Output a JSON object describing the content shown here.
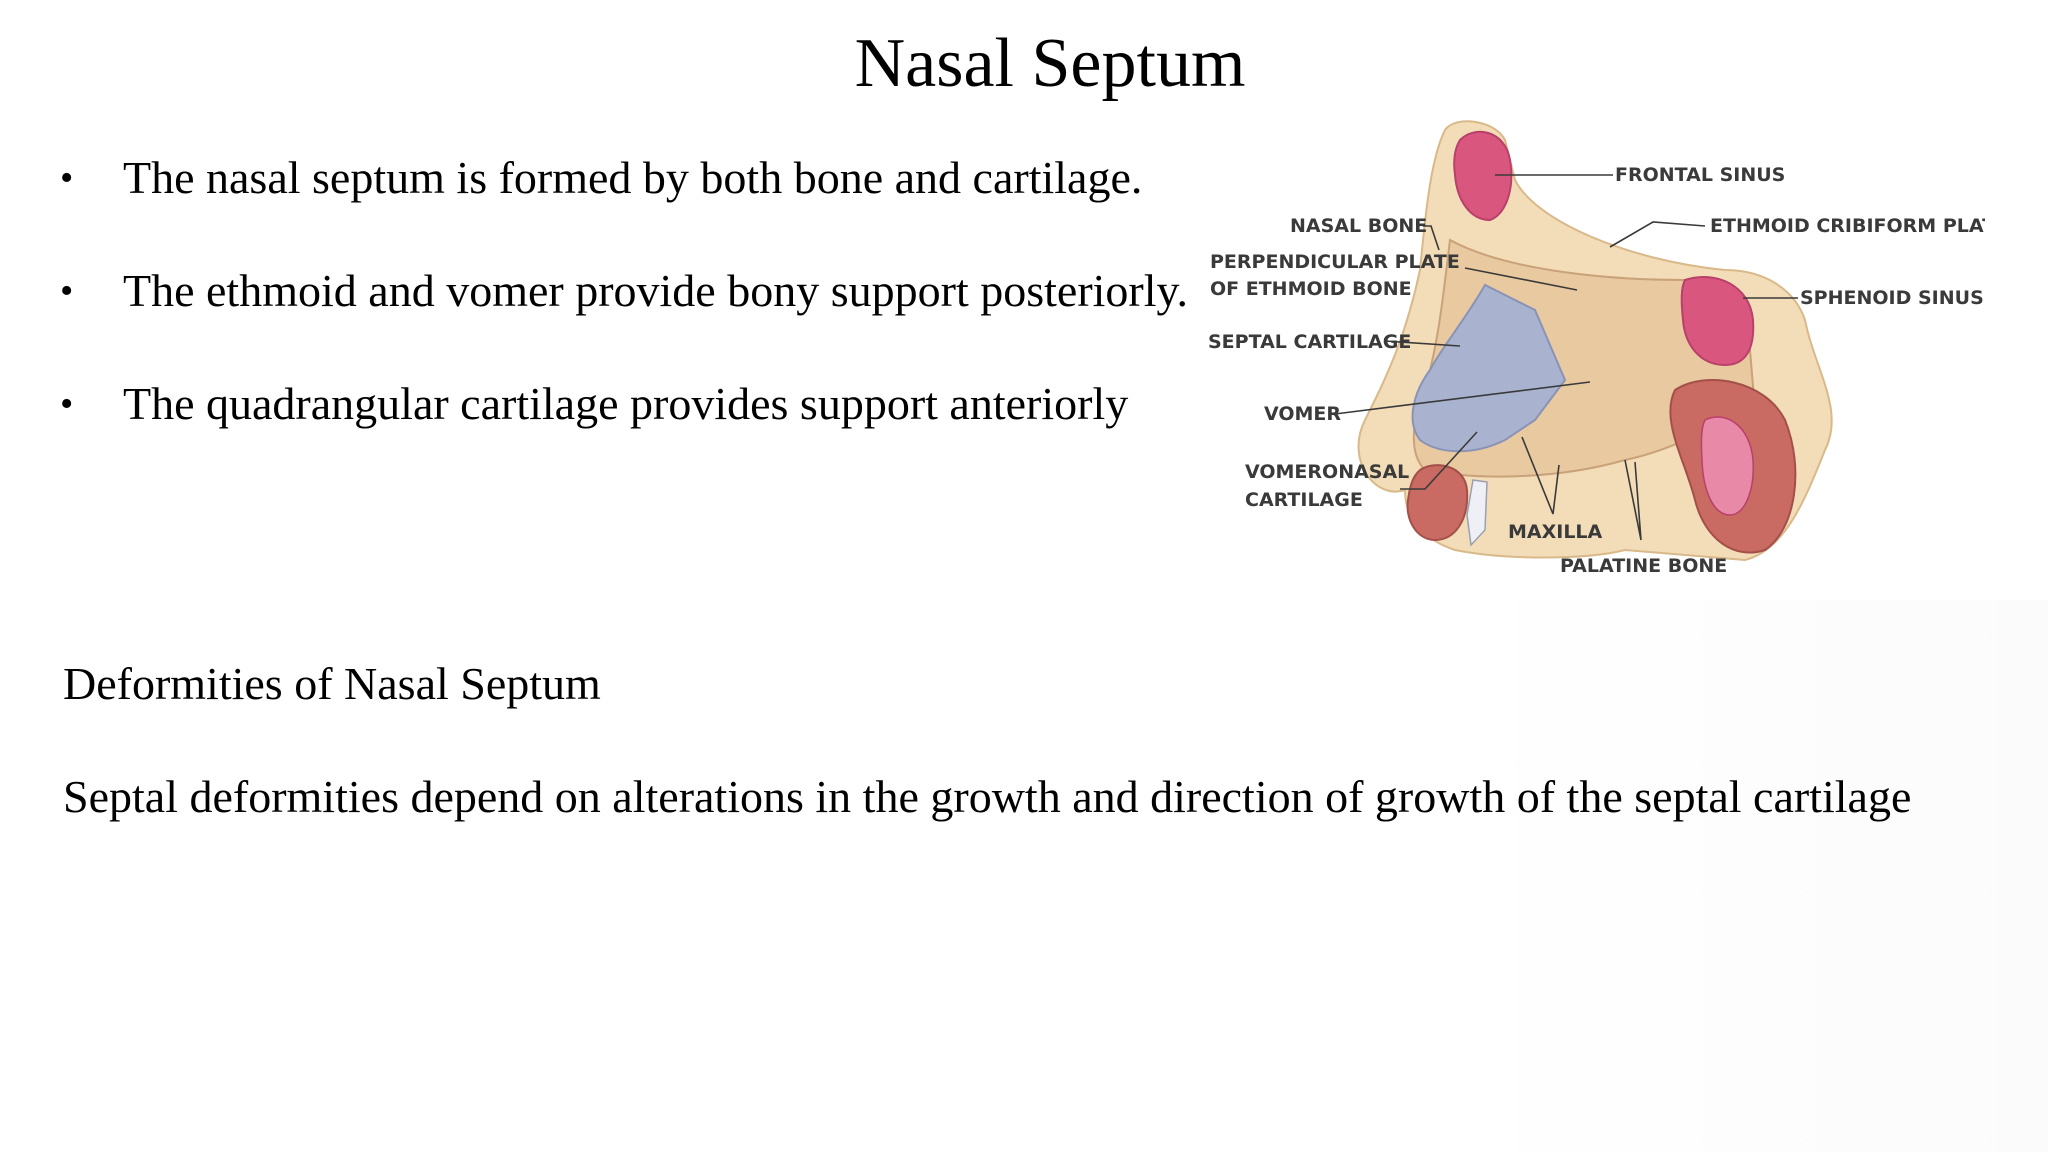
{
  "slide": {
    "title": "Nasal Septum",
    "bullets": [
      "The nasal septum is formed by both bone and cartilage.",
      "The ethmoid and vomer provide bony support posteriorly.",
      "The quadrangular cartilage provides support anteriorly"
    ],
    "bullet_glyph": "•",
    "section_heading": "Deformities of Nasal Septum",
    "body": "Septal deformities depend on alterations in the growth and direction of growth of the septal cartilage"
  },
  "diagram": {
    "labels": {
      "frontal_sinus": "FRONTAL SINUS",
      "nasal_bone": "NASAL BONE",
      "ethmoid_cribiform_plate": "ETHMOID CRIBIFORM PLATE",
      "perpendicular_plate_line1": "PERPENDICULAR PLATE",
      "perpendicular_plate_line2": "OF ETHMOID BONE",
      "sphenoid_sinus": "SPHENOID SINUS",
      "septal_cartilage": "SEPTAL CARTILAGE",
      "vomer": "VOMER",
      "vomeronasal_line1": "VOMERONASAL",
      "vomeronasal_line2": "CARTILAGE",
      "maxilla": "MAXILLA",
      "palatine_bone": "PALATINE BONE"
    },
    "colors": {
      "bone_tan": "#e8c9a0",
      "bone_outline": "#c9a27a",
      "cartilage_blue": "#a9b3cf",
      "sinus_pink": "#d9577f",
      "mucosa_red": "#c96a63",
      "skin_pale": "#f3ddb8"
    }
  }
}
